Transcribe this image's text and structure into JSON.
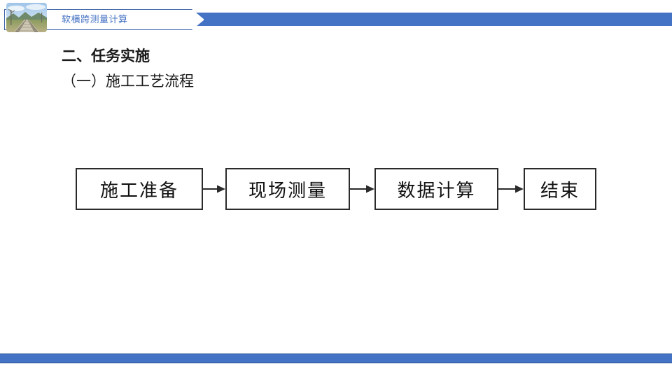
{
  "slide": {
    "header": {
      "banner_title": "软横跨测量计算",
      "thumbnail_name": "railway-track-photo",
      "accent_color": "#4472C4",
      "banner_border_color": "#3C62A8"
    },
    "content": {
      "heading_section": "二、任务实施",
      "heading_subsection": "（一）施工工艺流程"
    },
    "flowchart": {
      "steps": [
        {
          "label": "施工准备"
        },
        {
          "label": "现场测量"
        },
        {
          "label": "数据计算"
        },
        {
          "label": "结束"
        }
      ],
      "arrows": [
        {
          "name": "arrow-right-icon"
        },
        {
          "name": "arrow-right-icon"
        },
        {
          "name": "arrow-right-icon"
        }
      ]
    },
    "footer": {
      "accent_color": "#4472C4"
    }
  }
}
